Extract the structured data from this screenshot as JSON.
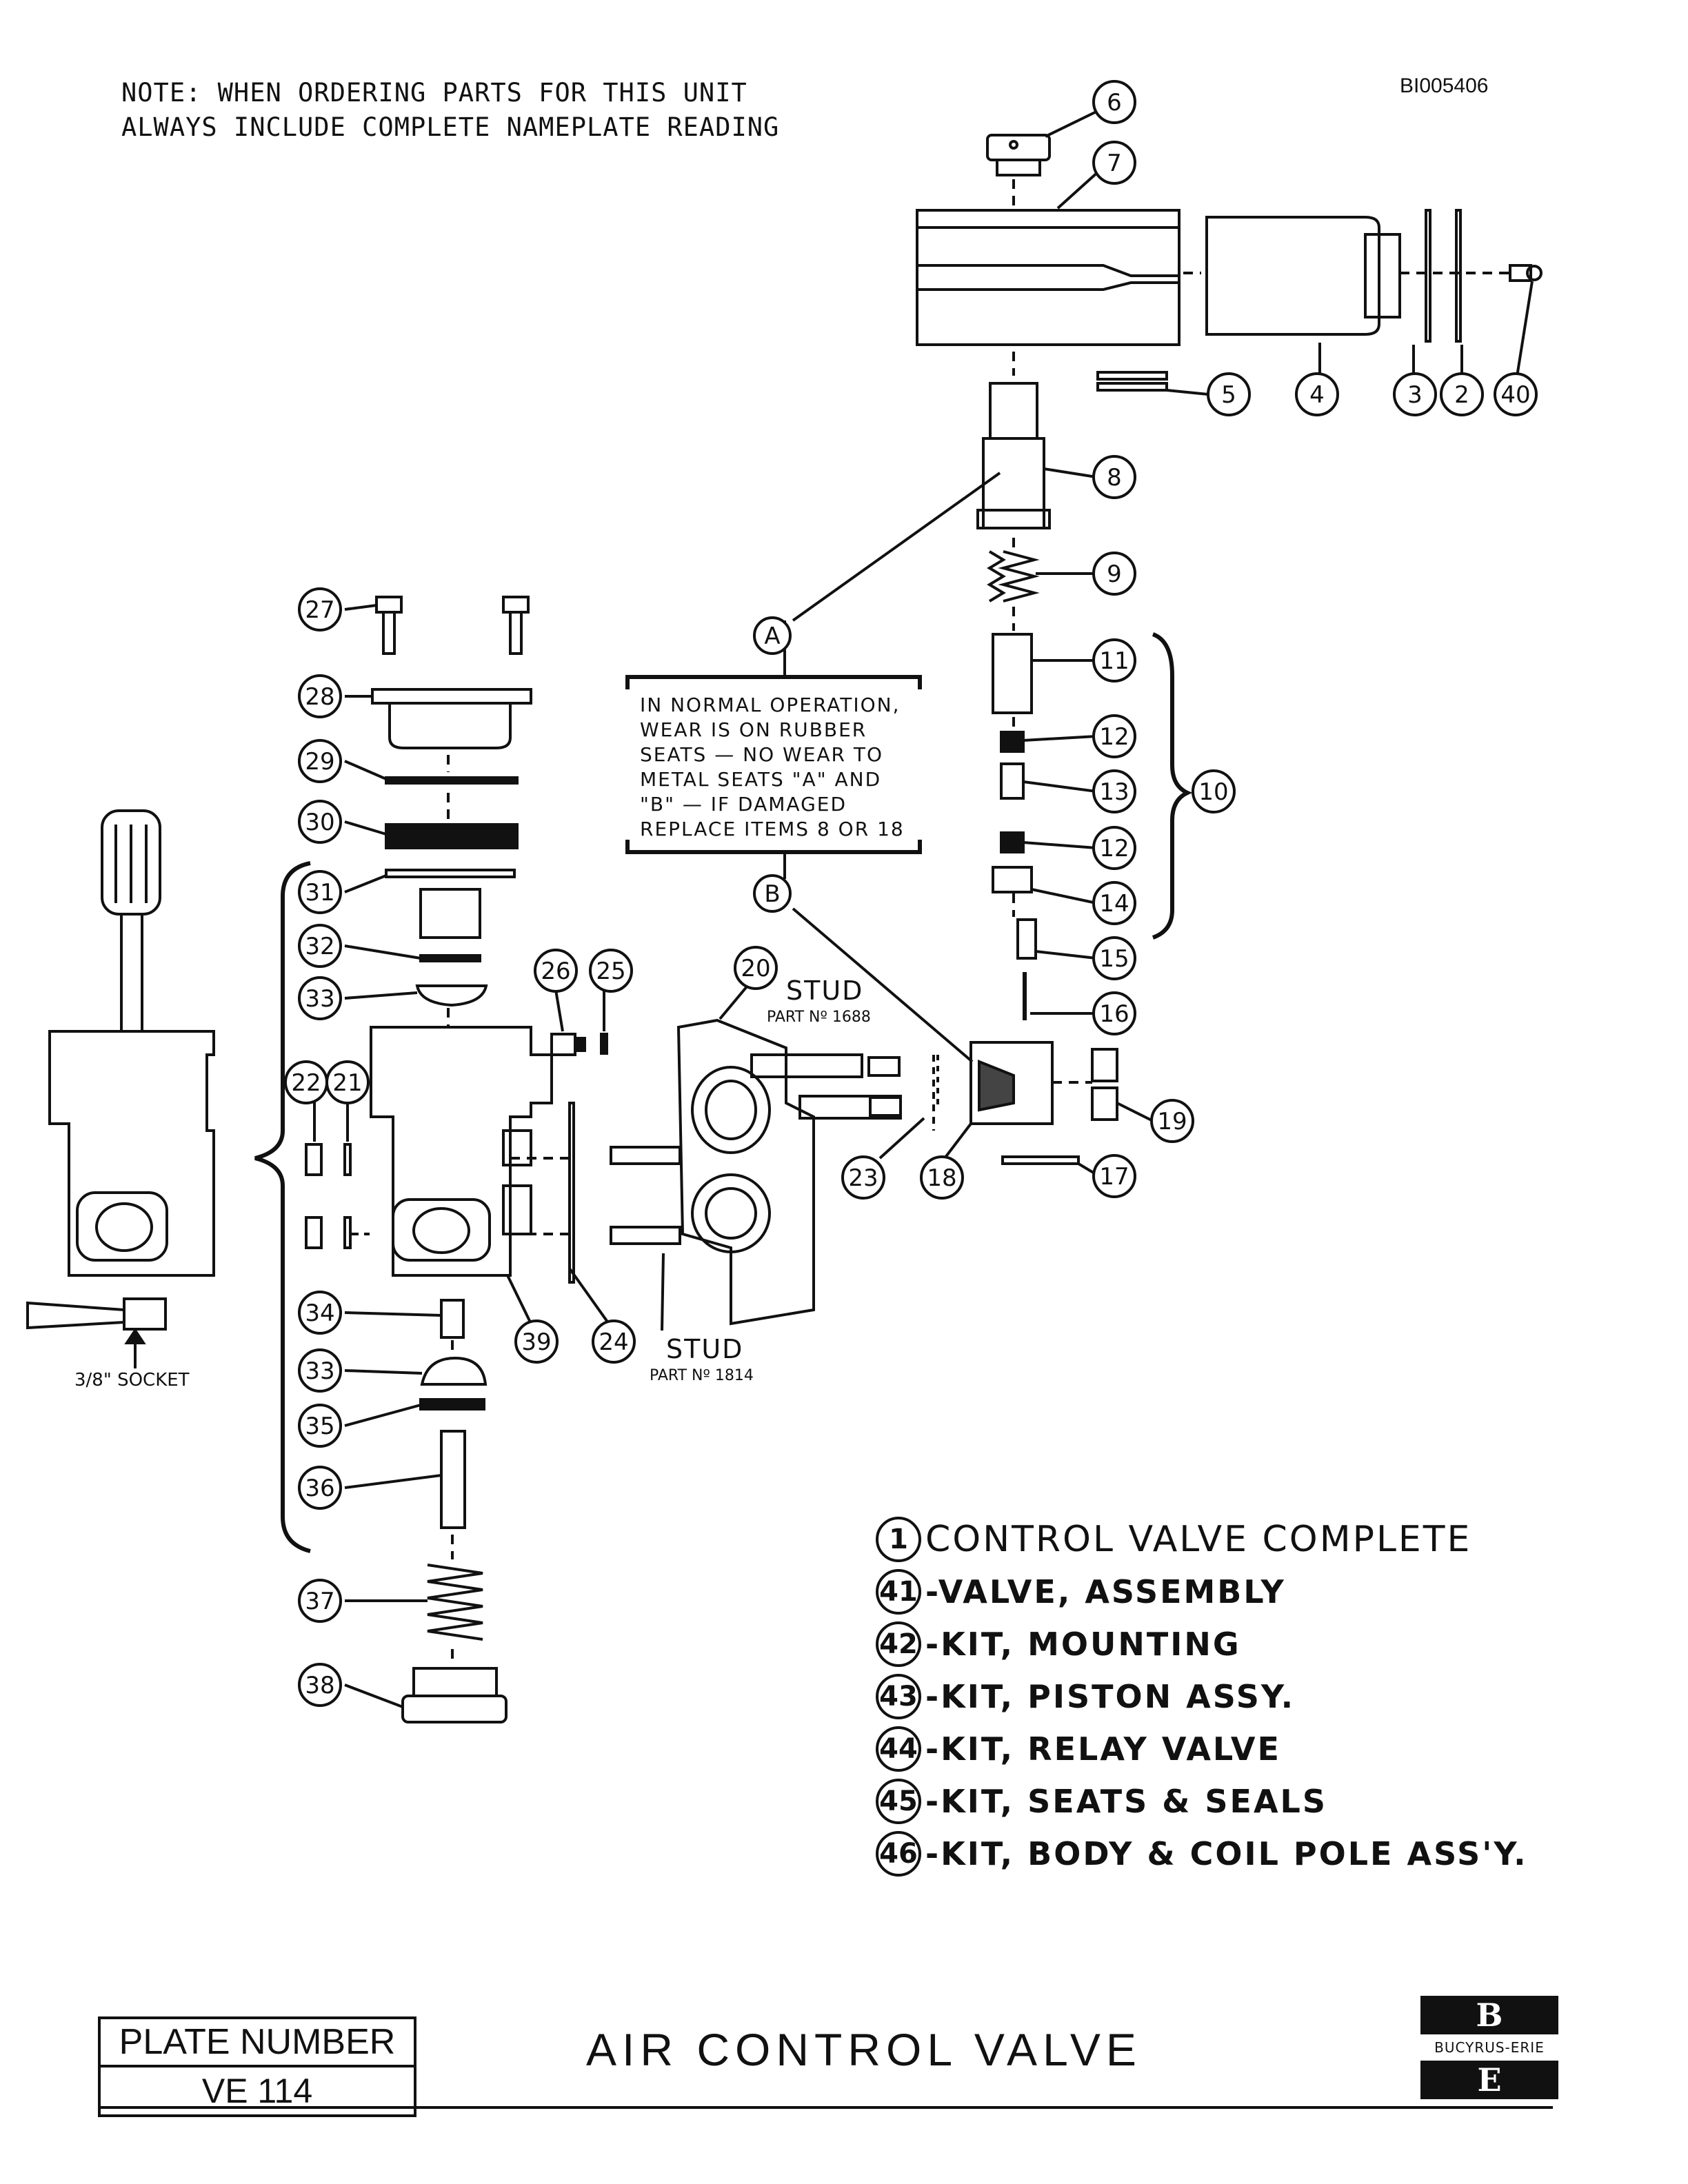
{
  "note": {
    "line1": "NOTE:   WHEN ORDERING PARTS FOR THIS UNIT",
    "line2": "ALWAYS INCLUDE COMPLETE NAMEPLATE READING"
  },
  "doc_id": "BI005406",
  "callout_box": {
    "lines": [
      "IN  NORMAL  OPERATION,",
      "WEAR  IS  ON  RUBBER",
      "SEATS — NO  WEAR   TO",
      "METAL  SEATS \"A\"  AND",
      "\"B\" — IF  DAMAGED",
      "REPLACE  ITEMS  8  OR 18"
    ],
    "marker_a": "A",
    "marker_b": "B"
  },
  "labels": {
    "stud_top": "STUD",
    "stud_top_part": "PART Nº 1688",
    "stud_bottom": "STUD",
    "stud_bottom_part": "PART Nº 1814",
    "socket": "3/8\" SOCKET"
  },
  "part_numbers": [
    "2",
    "3",
    "4",
    "5",
    "6",
    "7",
    "8",
    "9",
    "10",
    "11",
    "12",
    "12",
    "13",
    "14",
    "15",
    "16",
    "17",
    "18",
    "19",
    "20",
    "21",
    "22",
    "23",
    "24",
    "25",
    "26",
    "27",
    "28",
    "29",
    "30",
    "31",
    "32",
    "33",
    "33",
    "34",
    "35",
    "36",
    "37",
    "38",
    "39",
    "40"
  ],
  "legend": {
    "complete_num": "1",
    "complete_label": "CONTROL  VALVE  COMPLETE",
    "items": [
      {
        "num": "41",
        "label": "-VALVE,  ASSEMBLY"
      },
      {
        "num": "42",
        "label": "-KIT, MOUNTING"
      },
      {
        "num": "43",
        "label": "-KIT, PISTON  ASSY."
      },
      {
        "num": "44",
        "label": "-KIT, RELAY  VALVE"
      },
      {
        "num": "45",
        "label": "-KIT, SEATS  &  SEALS"
      },
      {
        "num": "46",
        "label": "-KIT, BODY  &  COIL POLE  ASS'Y."
      }
    ]
  },
  "plate": {
    "label": "PLATE NUMBER",
    "number": "VE 114"
  },
  "title": "AIR  CONTROL  VALVE",
  "logo": {
    "top_letter": "B",
    "brand": "BUCYRUS-ERIE",
    "bottom_letter": "E"
  }
}
